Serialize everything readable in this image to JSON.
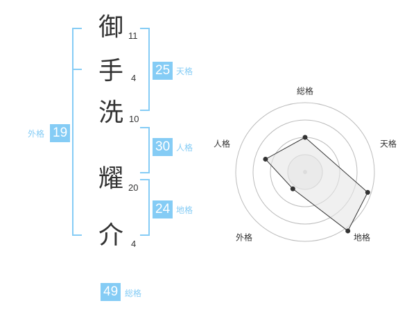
{
  "name_chars": [
    {
      "char": "御",
      "strokes": "11"
    },
    {
      "char": "手",
      "strokes": "4"
    },
    {
      "char": "洗",
      "strokes": "10"
    },
    {
      "char": "耀",
      "strokes": "20"
    },
    {
      "char": "介",
      "strokes": "4"
    }
  ],
  "scores": {
    "tenkaku": {
      "value": "25",
      "label": "天格"
    },
    "jinkaku": {
      "value": "30",
      "label": "人格"
    },
    "chikaku": {
      "value": "24",
      "label": "地格"
    },
    "gaikaku": {
      "value": "19",
      "label": "外格"
    },
    "soukaku": {
      "value": "49",
      "label": "総格"
    }
  },
  "colors": {
    "accent": "#85ccf5",
    "text": "#333333",
    "grid": "#bbbbbb",
    "fill": "#f0f0f0"
  },
  "chart_data": {
    "type": "radar",
    "axes": [
      "総格",
      "天格",
      "地格",
      "外格",
      "人格"
    ],
    "values": [
      0.5,
      0.95,
      1.05,
      0.3,
      0.6
    ],
    "rings": 4
  }
}
